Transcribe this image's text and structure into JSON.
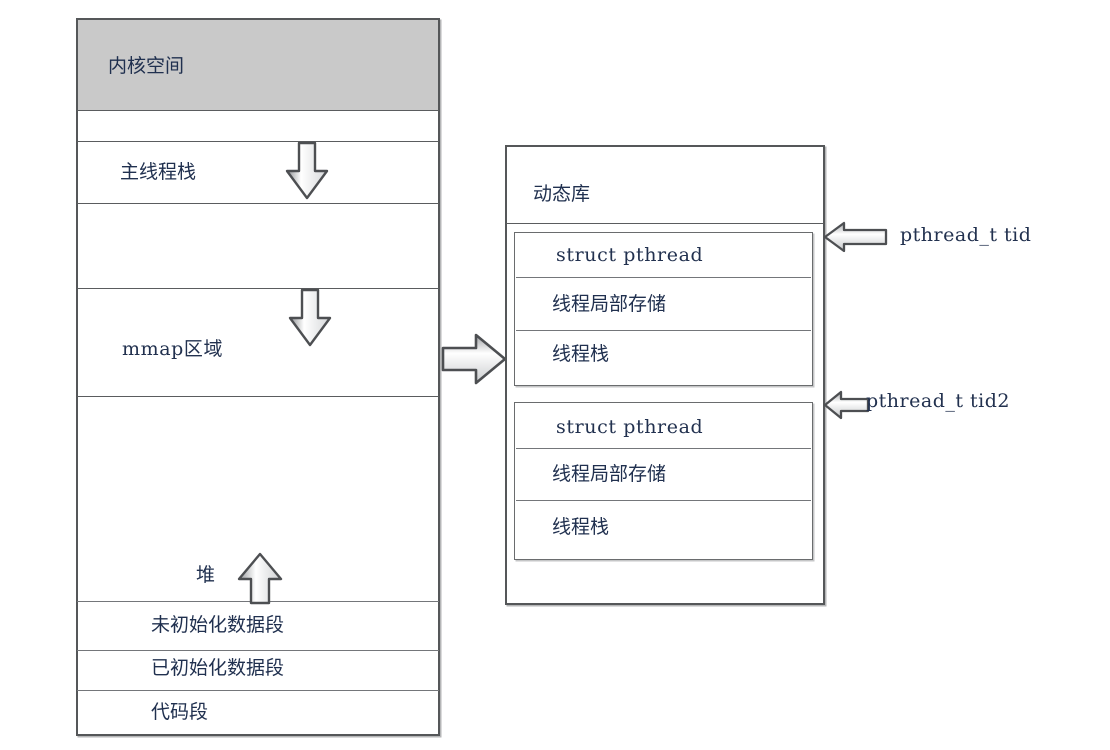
{
  "diagram": {
    "title_present": false,
    "colors": {
      "kernel_band": "#c9c9c9",
      "stroke": "#555759",
      "text": "#20304f",
      "background": "#ffffff"
    },
    "process_box": {
      "name": "process-address-space",
      "regions": [
        {
          "id": "kernel",
          "label": "内核空间",
          "shaded": true
        },
        {
          "id": "gap-1",
          "label": "",
          "shaded": false
        },
        {
          "id": "main-stack",
          "label": "主线程栈",
          "shaded": false
        },
        {
          "id": "gap-2",
          "label": "",
          "shaded": false
        },
        {
          "id": "mmap",
          "label": "mmap区域",
          "shaded": false
        },
        {
          "id": "heap",
          "label": "堆",
          "shaded": false
        },
        {
          "id": "bss",
          "label": "未初始化数据段",
          "shaded": false
        },
        {
          "id": "data",
          "label": "已初始化数据段",
          "shaded": false
        },
        {
          "id": "text",
          "label": "代码段",
          "shaded": false
        }
      ]
    },
    "library_box": {
      "name": "dynamic-library",
      "label": "动态库",
      "threads": [
        {
          "id": "thread-1",
          "rows": [
            {
              "label": "struct pthread",
              "style": "mono"
            },
            {
              "label": "线程局部存储",
              "style": "cn"
            },
            {
              "label": "线程栈",
              "style": "cn"
            }
          ]
        },
        {
          "id": "thread-2",
          "rows": [
            {
              "label": "struct pthread",
              "style": "mono"
            },
            {
              "label": "线程局部存储",
              "style": "cn"
            },
            {
              "label": "线程栈",
              "style": "cn"
            }
          ]
        }
      ]
    },
    "annotations": [
      {
        "id": "tid-1",
        "label": "pthread_t tid",
        "points_to": "thread-1"
      },
      {
        "id": "tid-2",
        "label": "pthread_t tid2",
        "points_to": "thread-2"
      }
    ],
    "arrows": [
      {
        "id": "main-stack-growth",
        "direction": "down",
        "meaning": "主线程栈向下增长"
      },
      {
        "id": "mmap-growth",
        "direction": "down",
        "meaning": "mmap区域向下增长"
      },
      {
        "id": "heap-growth",
        "direction": "up",
        "meaning": "堆向上增长"
      },
      {
        "id": "mmap-to-library",
        "direction": "right",
        "meaning": "mmap区域映射动态库"
      }
    ]
  }
}
